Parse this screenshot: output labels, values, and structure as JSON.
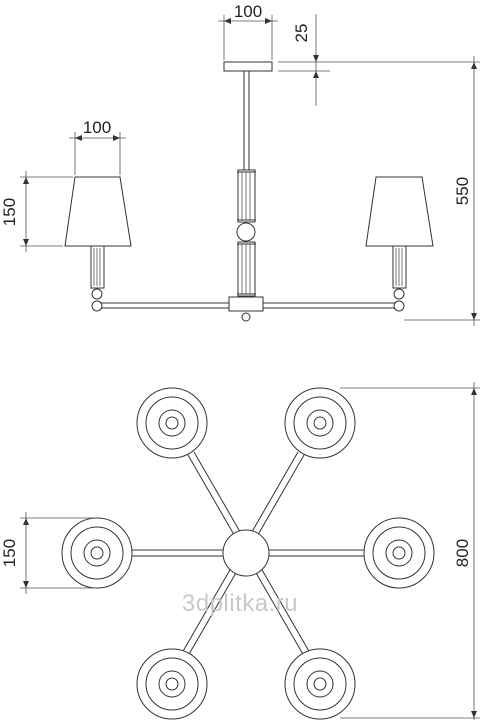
{
  "dimensions": {
    "canopy_width": "100",
    "canopy_height": "25",
    "shade_width": "100",
    "shade_height": "150",
    "total_height": "550",
    "plan_shade_diameter": "150",
    "plan_total_span": "800"
  },
  "watermark": "3dplitka.ru"
}
